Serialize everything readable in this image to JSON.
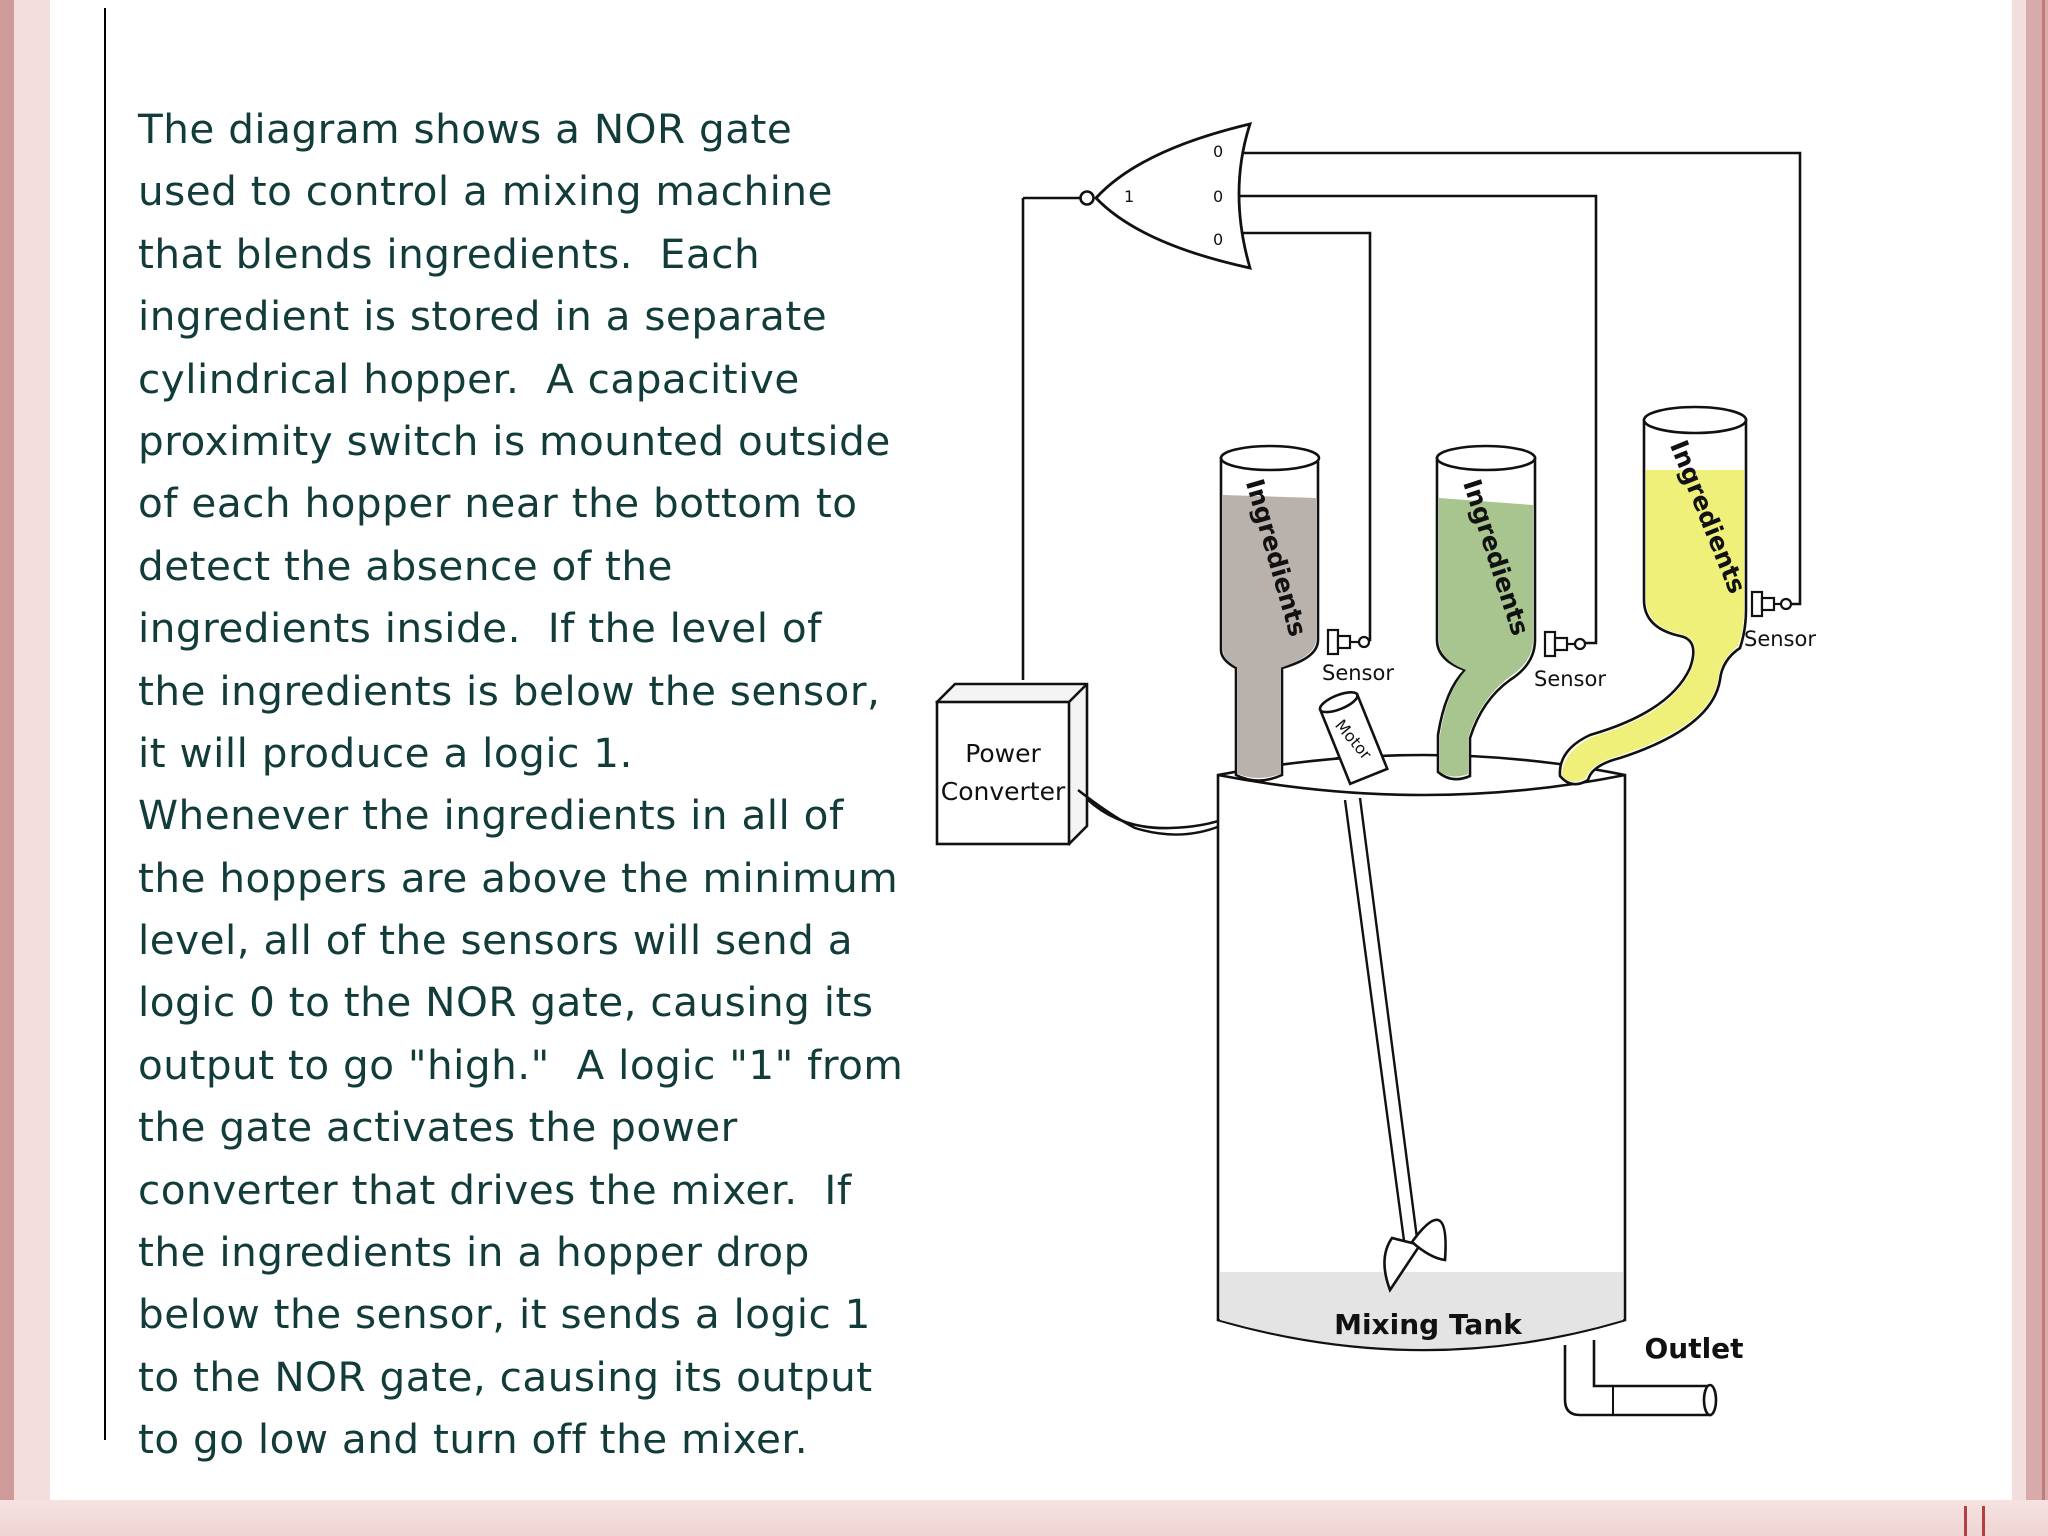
{
  "body_lines": [
    "The diagram shows a NOR gate",
    "used to control a mixing machine",
    "that blends ingredients.  Each",
    "ingredient is stored in a separate",
    "cylindrical hopper.  A capacitive",
    "proximity switch is mounted outside",
    "of each hopper near the bottom to",
    "detect the absence of the",
    "ingredients inside.  If the level of",
    "the ingredients is below the sensor,",
    "it will produce a logic 1.",
    "Whenever the ingredients in all of",
    "the hoppers are above the minimum",
    "level, all of the sensors will send a",
    "logic 0 to the NOR gate, causing its",
    "output to go \"high.\"  A logic \"1\" from",
    "the gate activates the power",
    "converter that drives the mixer.  If",
    "the ingredients in a hopper drop",
    "below the sensor, it sends a logic 1",
    "to the NOR gate, causing its output",
    "to go low and turn off the mixer."
  ],
  "gate": {
    "inputs": [
      "0",
      "0",
      "0"
    ],
    "output": "1"
  },
  "power_converter": {
    "line1": "Power",
    "line2": "Converter"
  },
  "hoppers": [
    {
      "label": "Ingredients",
      "sensor": "Sensor",
      "fill_color": "#b8b1ac",
      "fluid_color": "#9c958f"
    },
    {
      "label": "Ingredients",
      "sensor": "Sensor",
      "fill_color": "#a8c58f",
      "fluid_color": "#a3c08a"
    },
    {
      "label": "Ingredients",
      "sensor": "Sensor",
      "fill_color": "#eef07a",
      "fluid_color": "#e6e95e"
    }
  ],
  "motor_label": "Motor",
  "tank_label": "Mixing Tank",
  "outlet_label": "Outlet"
}
